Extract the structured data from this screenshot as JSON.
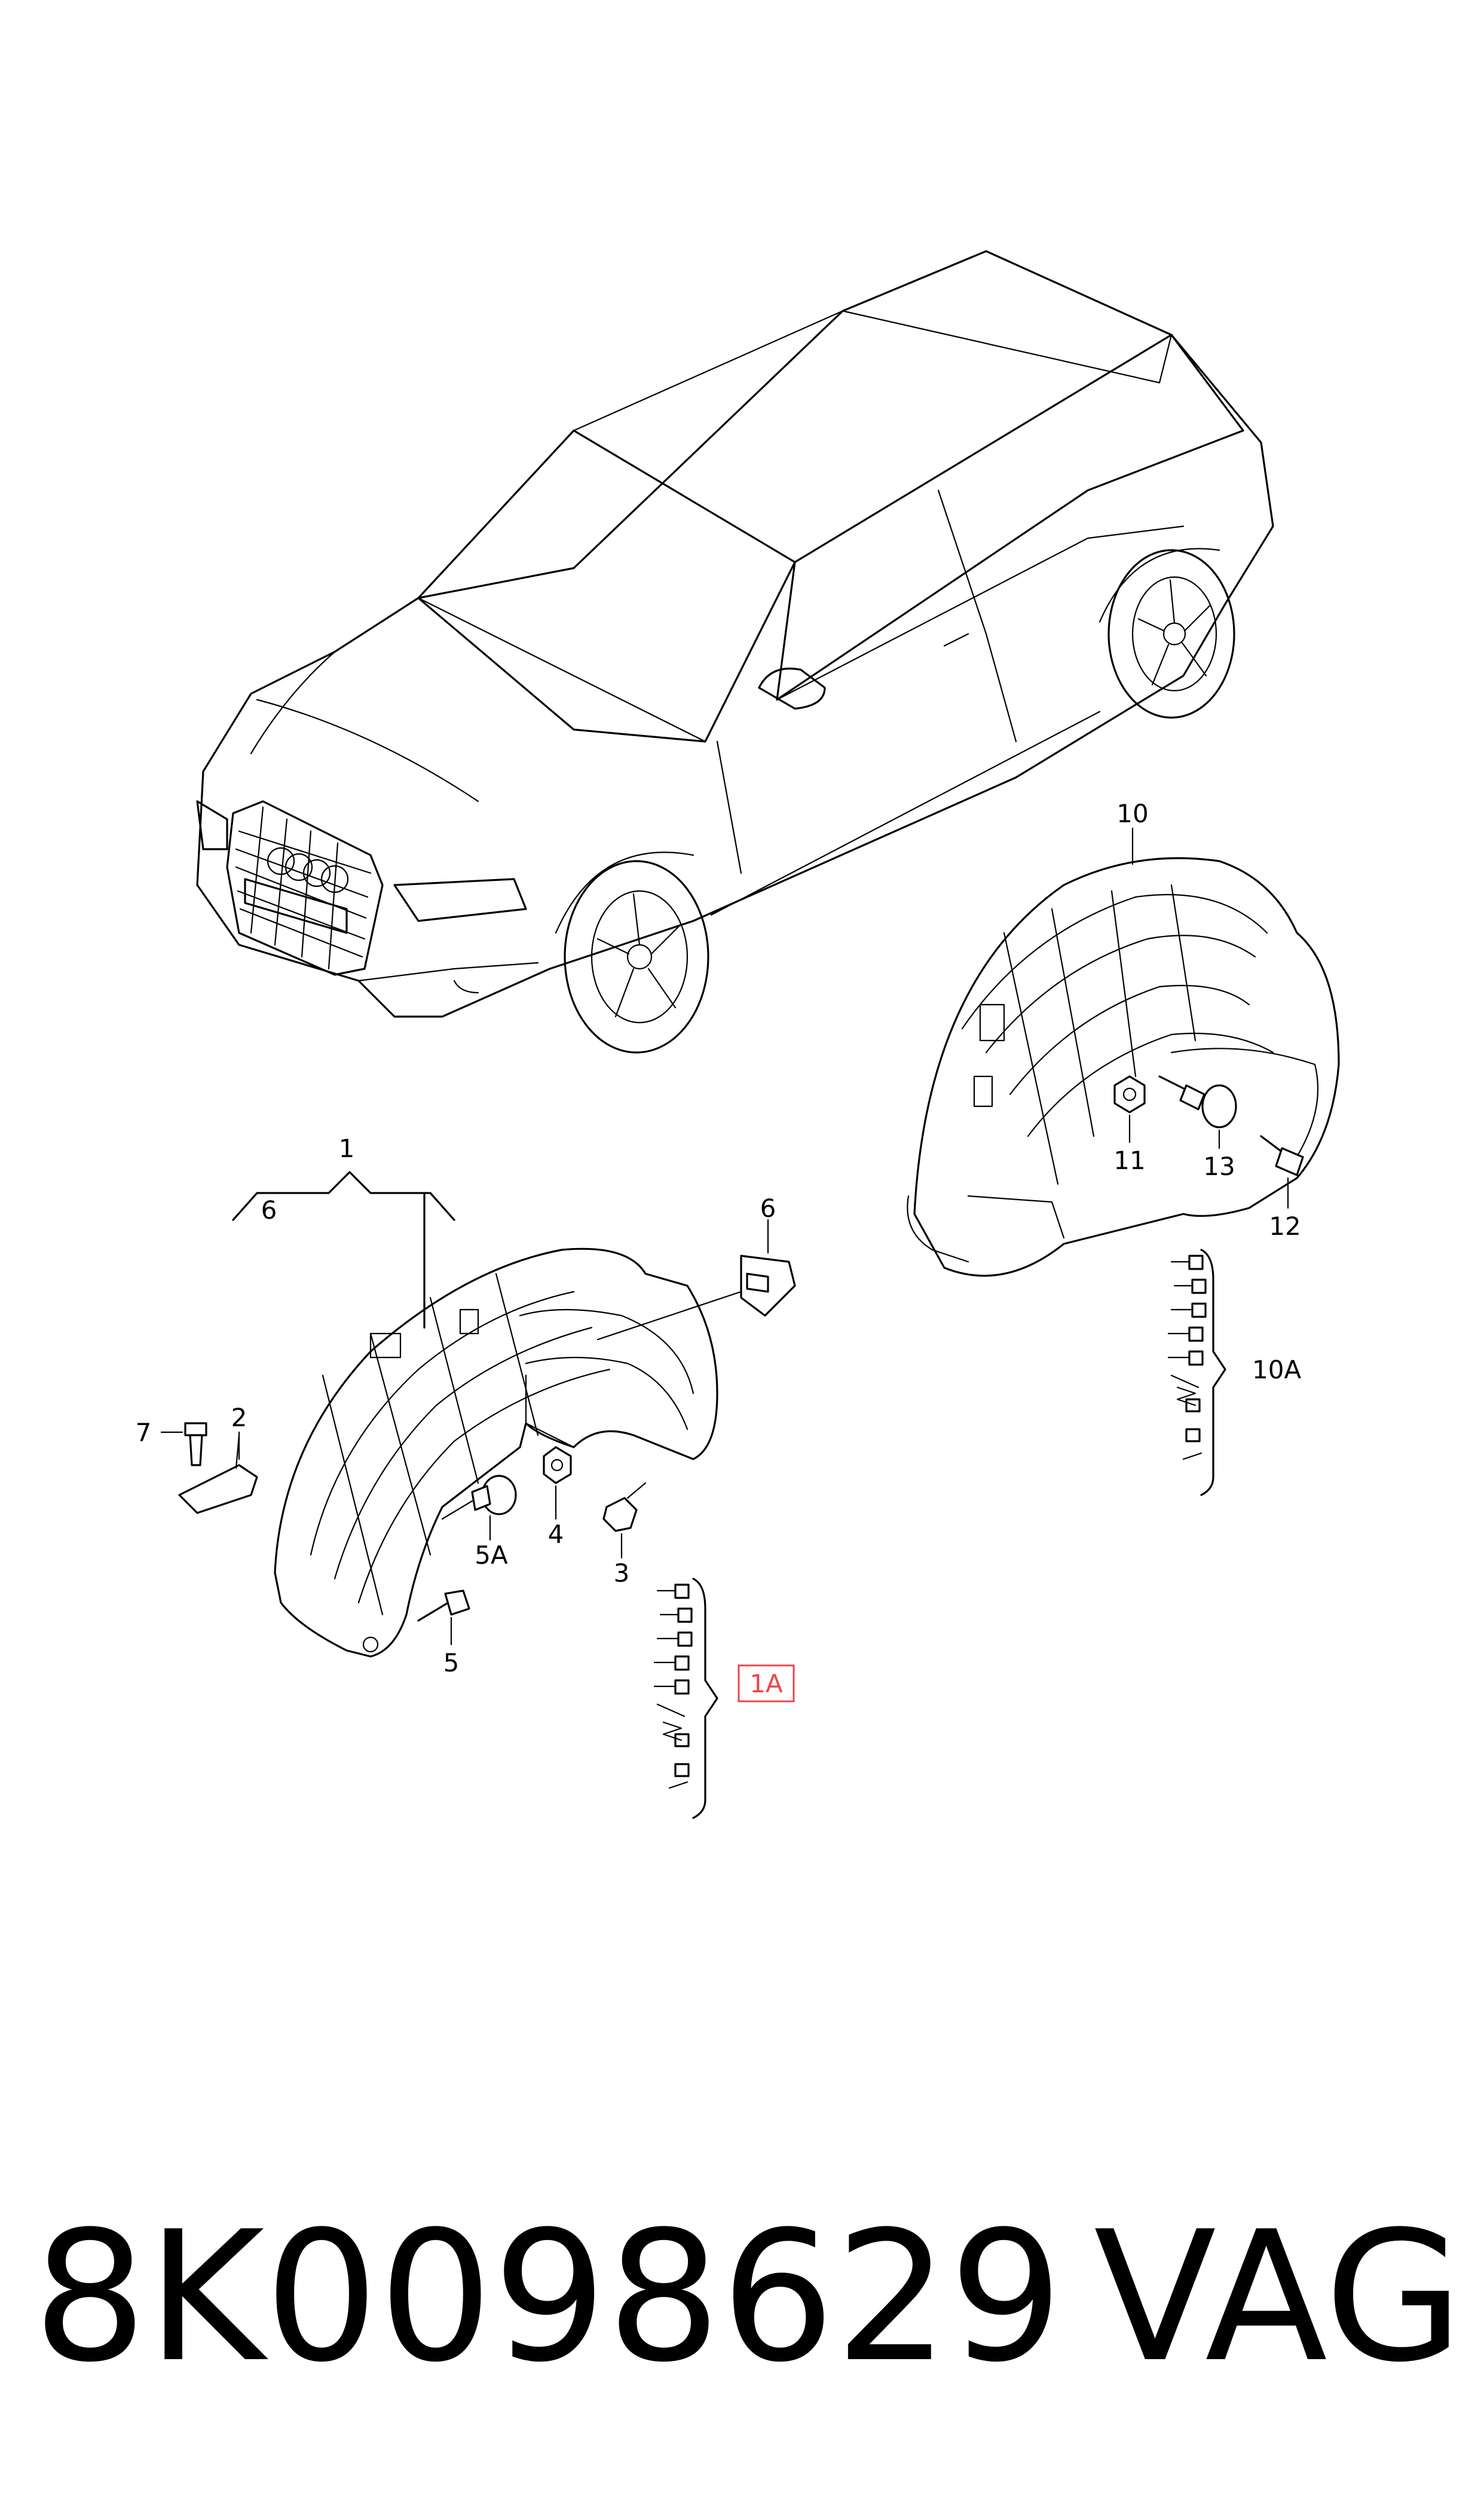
{
  "callouts": {
    "c1": "1",
    "c1a": "1A",
    "c2": "2",
    "c3": "3",
    "c4": "4",
    "c5": "5",
    "c5a": "5A",
    "c6_left": "6",
    "c6_right": "6",
    "c7": "7",
    "c10": "10",
    "c10a": "10A",
    "c11": "11",
    "c12": "12",
    "c13": "13"
  },
  "highlight": {
    "color": "#e8474f"
  },
  "footer": {
    "part_number": "8K0098629",
    "brand": "VAG"
  }
}
